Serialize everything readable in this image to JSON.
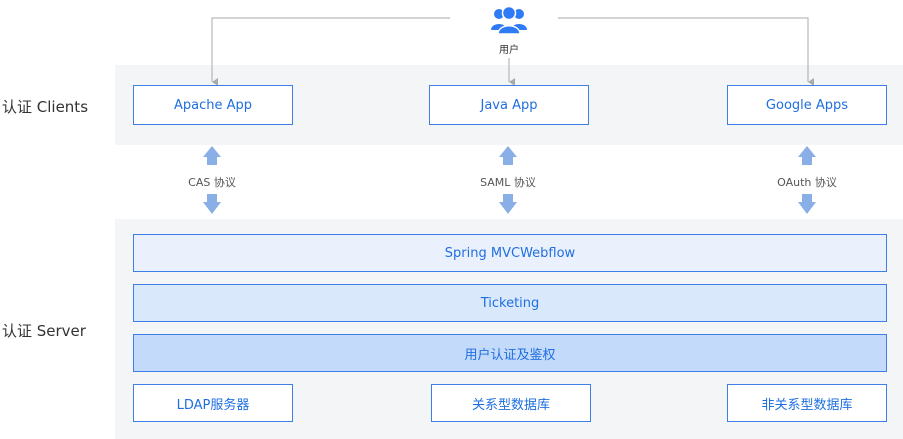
{
  "user": {
    "label": "用户",
    "icon": "users-icon"
  },
  "labels": {
    "clients": "认证 Clients",
    "server": "认证 Server"
  },
  "clients": [
    {
      "label": "Apache App"
    },
    {
      "label": "Java App"
    },
    {
      "label": "Google Apps"
    }
  ],
  "protocols": [
    {
      "label": "CAS 协议"
    },
    {
      "label": "SAML 协议"
    },
    {
      "label": "OAuth 协议"
    }
  ],
  "server_layers": [
    {
      "label": "Spring MVCWebflow"
    },
    {
      "label": "Ticketing"
    },
    {
      "label": "用户认证及鉴权"
    }
  ],
  "storage": [
    {
      "label": "LDAP服务器"
    },
    {
      "label": "关系型数据库"
    },
    {
      "label": "非关系型数据库"
    }
  ],
  "colors": {
    "accent": "#1f6fe0",
    "border": "#3d7fe6",
    "band_bg": "#f4f5f7",
    "arrow": "#8aaee6",
    "connector": "#a9a9a9"
  }
}
